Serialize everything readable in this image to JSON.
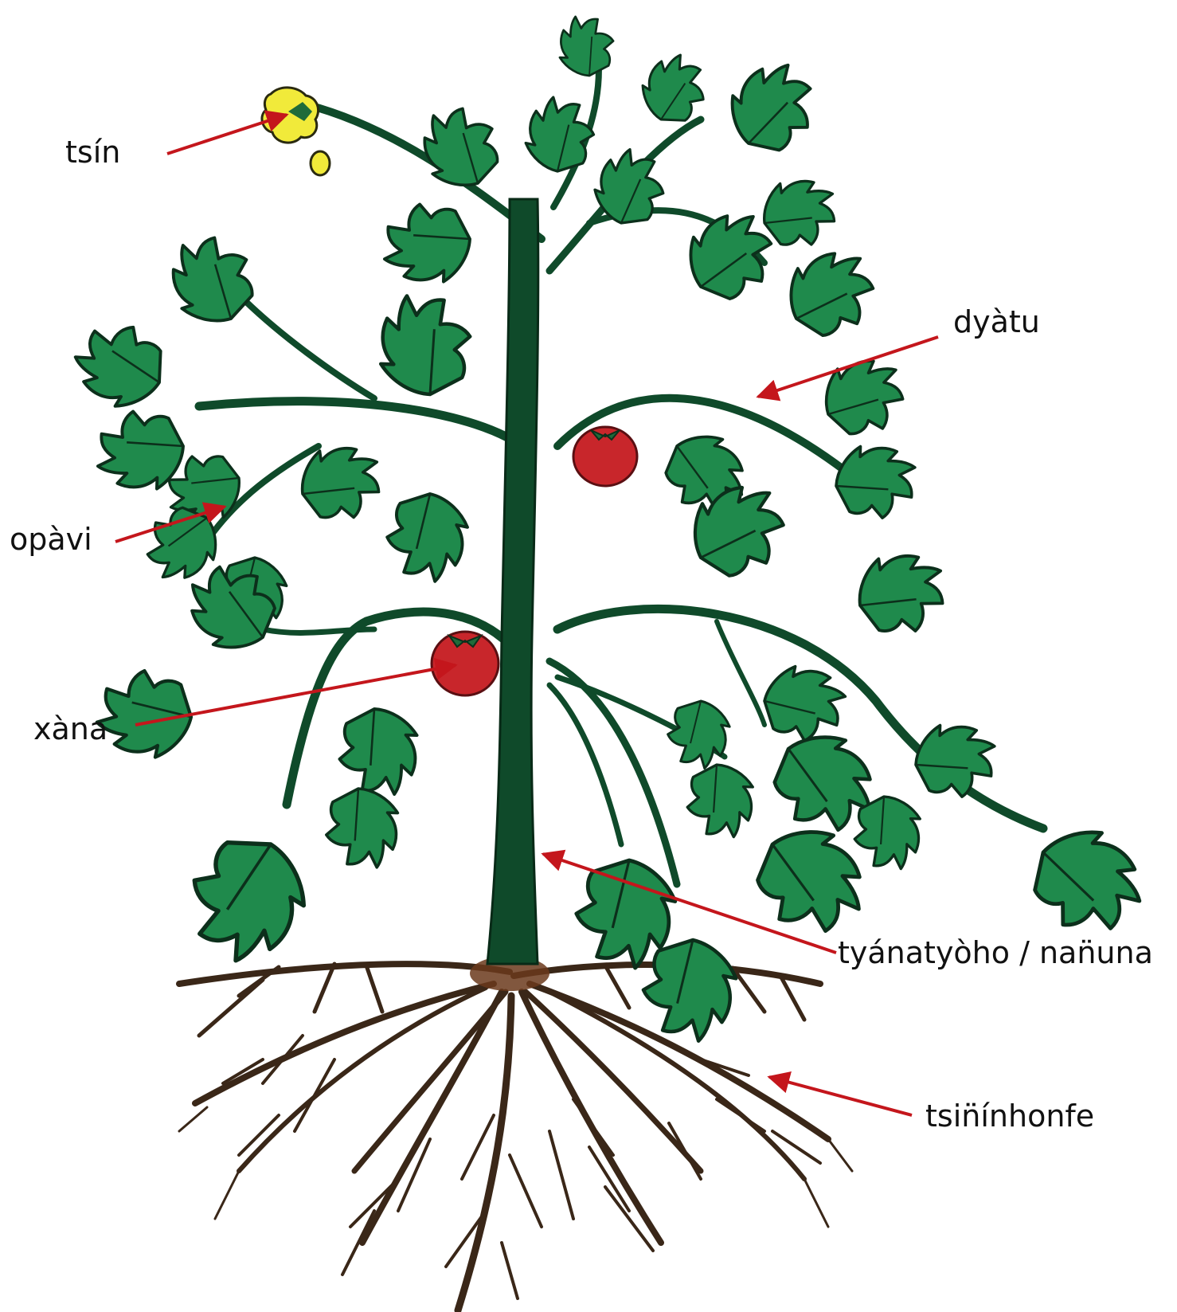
{
  "labels": {
    "flower": "tsín",
    "branch": "dyàtu",
    "leaf": "opàvi",
    "fruit": "xàna",
    "stem": "tyánatyòho / nan̈una",
    "roots": "tsin̈̈ínhonfe"
  },
  "colors": {
    "arrow": "#c4161c",
    "stem": "#0f4a2a",
    "leaf": "#1f8a4c",
    "leaf_dark": "#176b3c",
    "leaf_light": "#3fae6a",
    "fruit": "#c8262b",
    "flower": "#f1ea3a",
    "root": "#3a2718",
    "root_base": "#6b3a1c"
  }
}
